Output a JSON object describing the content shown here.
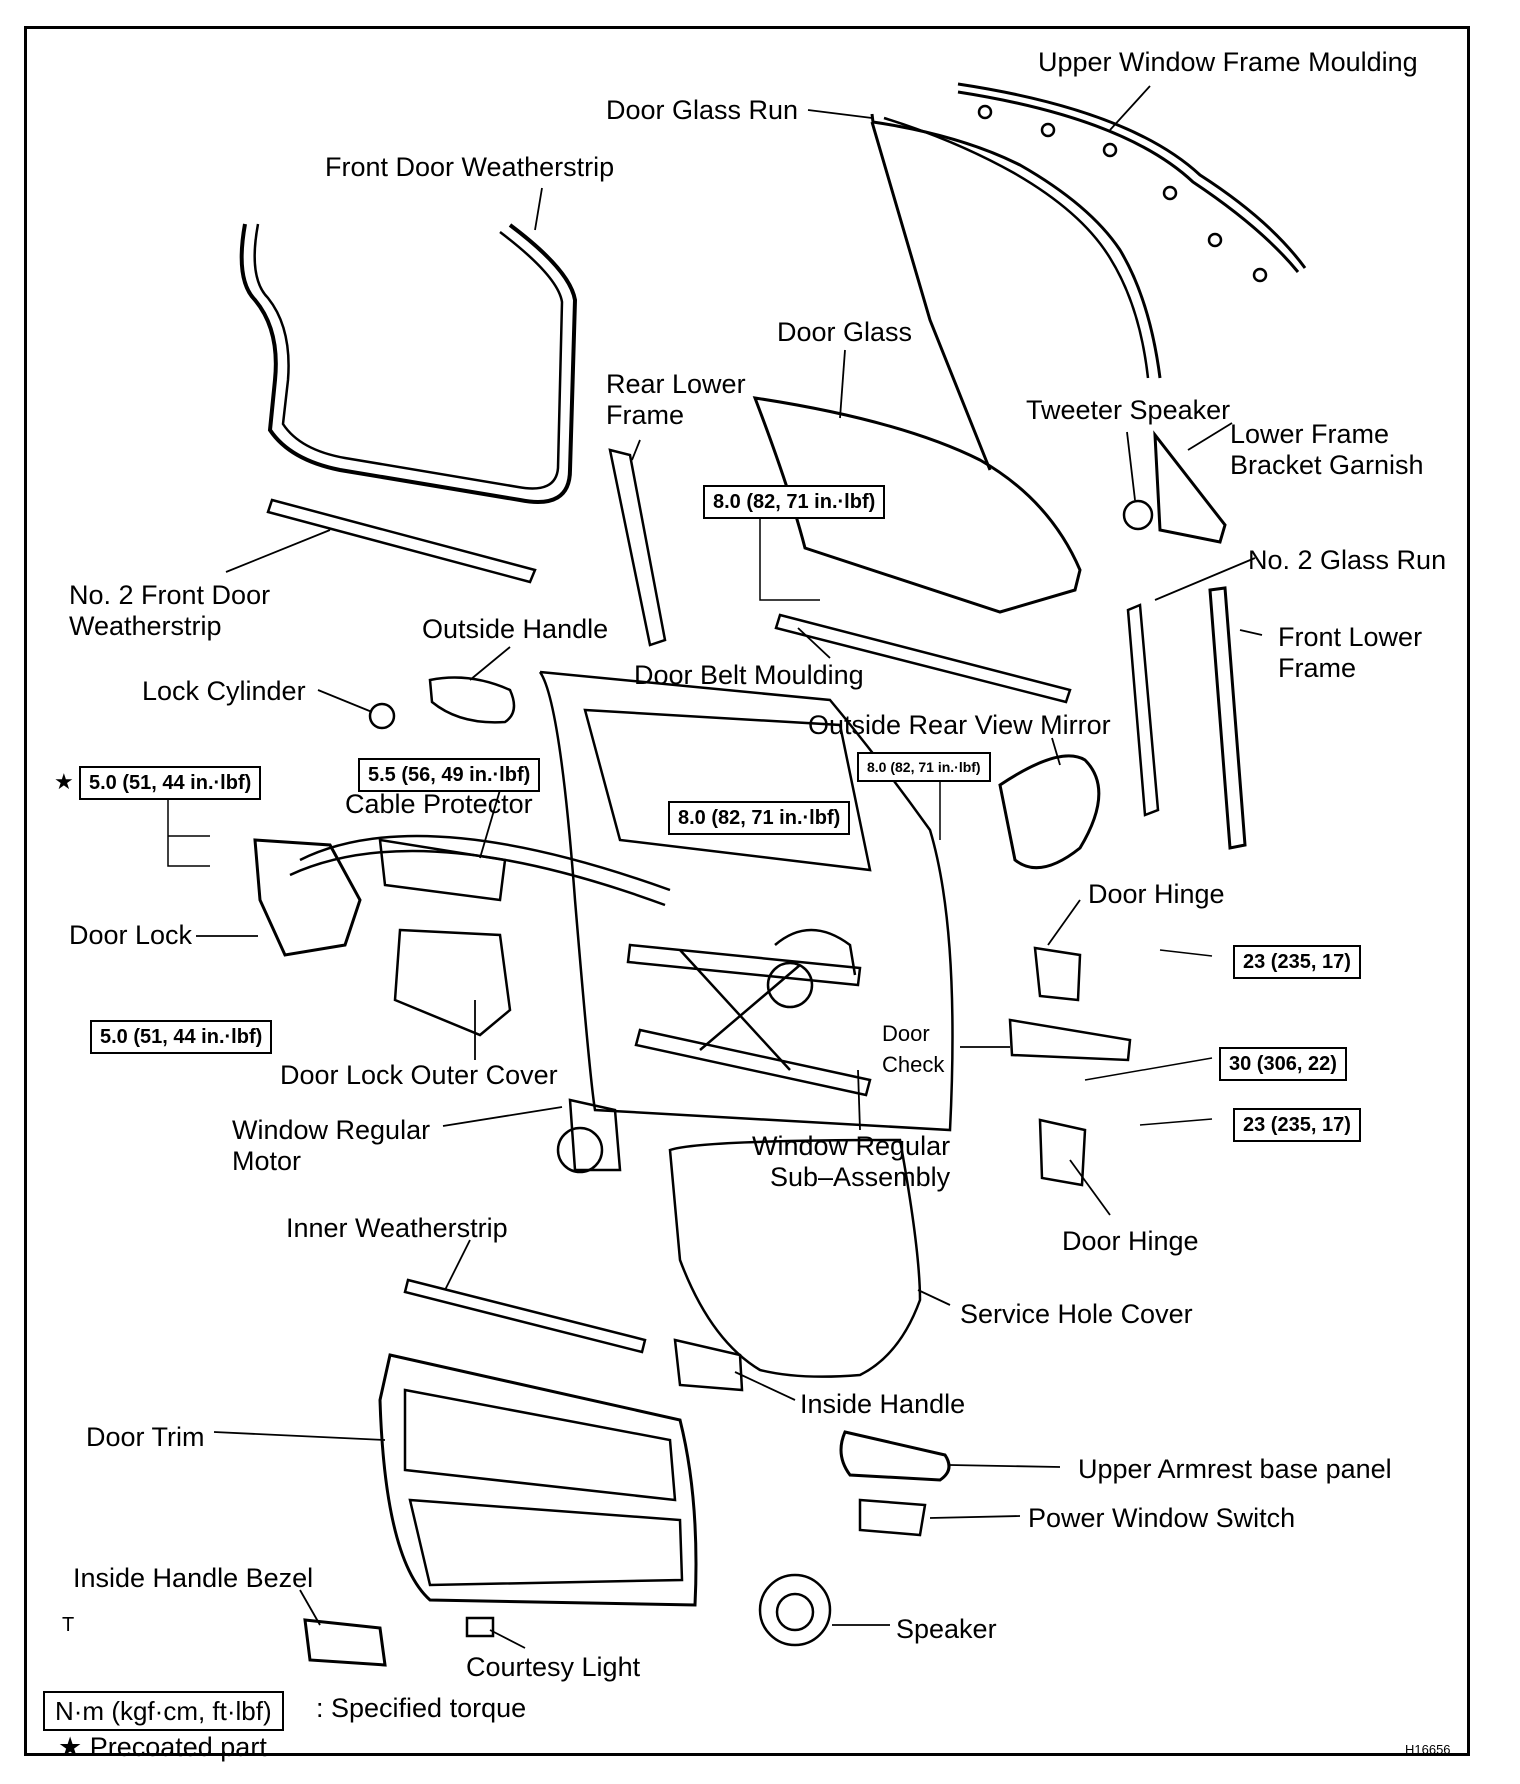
{
  "figure_id": "H16656",
  "corner_mark": "T",
  "parts": {
    "upper_window_frame_moulding": "Upper Window Frame Moulding",
    "door_glass_run": "Door Glass Run",
    "front_door_weatherstrip": "Front Door Weatherstrip",
    "door_glass": "Door Glass",
    "rear_lower_frame": "Rear Lower\nFrame",
    "tweeter_speaker": "Tweeter Speaker",
    "lower_frame_bracket_garnish": "Lower Frame\nBracket Garnish",
    "no2_glass_run": "No. 2 Glass Run",
    "no2_front_door_weatherstrip": "No. 2 Front Door\nWeatherstrip",
    "outside_handle": "Outside Handle",
    "front_lower_frame": "Front Lower\nFrame",
    "door_belt_moulding": "Door Belt Moulding",
    "lock_cylinder": "Lock Cylinder",
    "outside_rear_view_mirror": "Outside Rear View Mirror",
    "cable_protector": "Cable Protector",
    "door_hinge_upper": "Door Hinge",
    "door_lock": "Door Lock",
    "door_check": "Door\nCheck",
    "door_lock_outer_cover": "Door Lock Outer Cover",
    "window_regular_motor": "Window Regular\nMotor",
    "window_regular_sub_assembly": "Window Regular\nSub–Assembly",
    "door_hinge_lower": "Door Hinge",
    "inner_weatherstrip": "Inner Weatherstrip",
    "service_hole_cover": "Service Hole Cover",
    "inside_handle": "Inside Handle",
    "door_trim": "Door Trim",
    "upper_armrest_base_panel": "Upper Armrest base panel",
    "power_window_switch": "Power Window Switch",
    "inside_handle_bezel": "Inside Handle Bezel",
    "speaker": "Speaker",
    "courtesy_light": "Courtesy Light"
  },
  "torques": {
    "door_glass": "8.0 (82, 71 in.·lbf)",
    "outside_handle": "5.5 (56, 49 in.·lbf)",
    "door_lock_upper": "5.0 (51, 44 in.·lbf)",
    "door_lock_lower": "5.0 (51, 44 in.·lbf)",
    "regulator": "8.0 (82, 71 in.·lbf)",
    "mirror": "8.0 (82, 71 in.·lbf)",
    "hinge_upper": "23 (235, 17)",
    "door_check": "30 (306, 22)",
    "hinge_lower": "23 (235, 17)"
  },
  "precoated_star": "★",
  "legend": {
    "torque_unit": "N·m (kgf·cm, ft·lbf)",
    "torque_desc": ": Specified torque",
    "precoated": "★ Precoated part"
  }
}
